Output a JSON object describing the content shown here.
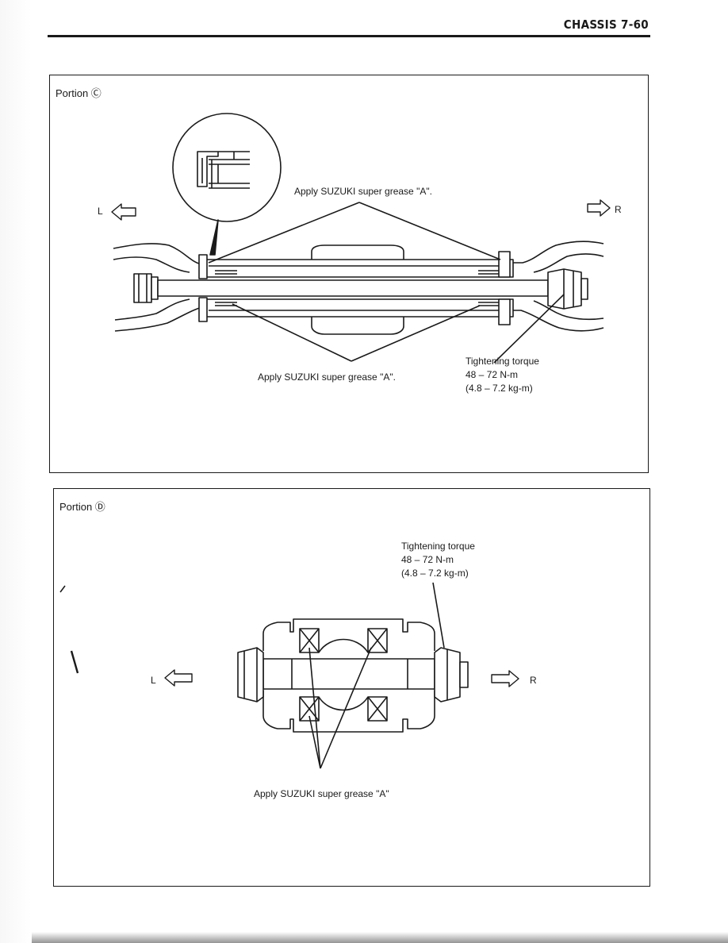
{
  "header": {
    "title": "CHASSIS 7-60"
  },
  "portion_c": {
    "label": "Portion Ⓒ",
    "grease_note_top": "Apply SUZUKI super grease \"A\".",
    "grease_note_bottom": "Apply SUZUKI super grease \"A\".",
    "torque_title": "Tightening torque",
    "torque_nm": "48 – 72 N-m",
    "torque_kgm": "(4.8 – 7.2 kg-m)",
    "left_dir": "L",
    "right_dir": "R"
  },
  "portion_d": {
    "label": "Portion Ⓓ",
    "grease_note": "Apply SUZUKI super grease \"A\"",
    "torque_title": "Tightening torque",
    "torque_nm": "48 – 72 N-m",
    "torque_kgm": "(4.8 – 7.2 kg-m)",
    "left_dir": "L",
    "right_dir": "R"
  }
}
